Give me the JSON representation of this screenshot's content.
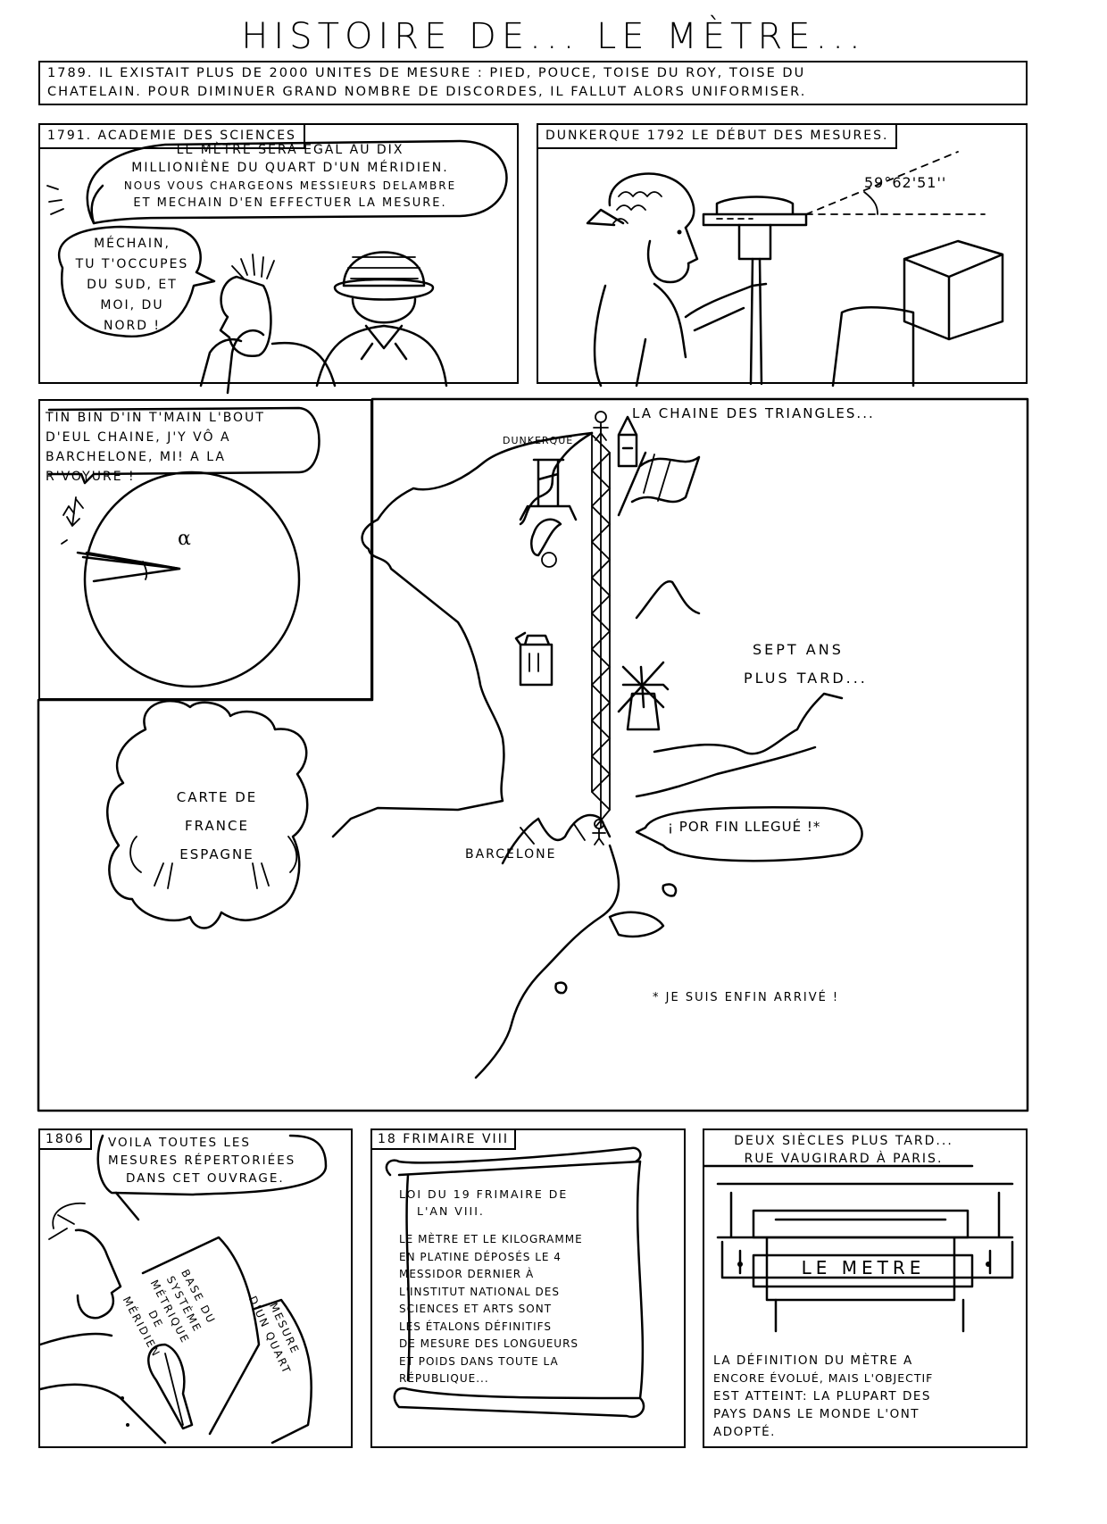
{
  "title": "HISTOIRE DE...     LE MÈTRE...",
  "intro": {
    "line1": "1789. IL EXISTAIT PLUS DE 2000 UNITES DE MESURE : PIED, POUCE, TOISE DU ROY, TOISE DU",
    "line2": "CHATELAIN. POUR DIMINUER GRAND NOMBRE DE DISCORDES, IL FALLUT ALORS UNIFORMISER."
  },
  "panel1": {
    "caption": "1791. ACADEMIE DES SCIENCES",
    "speech1": [
      "LE MÈTRE SERA EGAL AU DIX",
      "MILLIONIÈNE DU QUART D'UN MÉRIDIEN.",
      "NOUS VOUS CHARGEONS MESSIEURS DELAMBRE",
      "ET MECHAIN D'EN EFFECTUER LA MESURE."
    ],
    "speech2": [
      "MÉCHAIN,",
      "TU T'OCCUPES",
      "DU SUD, ET",
      "MOI, DU",
      "NORD !"
    ]
  },
  "panel2": {
    "caption": "DUNKERQUE 1792 LE DÉBUT DES MESURES.",
    "angle": "59°62'51''"
  },
  "panel3": {
    "speech": [
      "TIN BIN D'IN T'MAIN L'BOUT",
      "D'EUL CHAINE, J'Y VÔ A",
      "BARCHELONE, MI! A LA",
      "R'VOYURE !"
    ],
    "alpha": "α"
  },
  "map": {
    "caption": "LA CHAINE DES TRIANGLES...",
    "dunkerque": "DUNKERQUE",
    "barcelone": "BARCELONE",
    "later": [
      "SEPT ANS",
      "PLUS TARD..."
    ],
    "speech": "¡ POR FIN LLEGUÉ !*",
    "footnote": "* JE SUIS ENFIN ARRIVÉ !",
    "cartouche": [
      "CARTE DE",
      "FRANCE",
      "ESPAGNE"
    ]
  },
  "panel5": {
    "caption": "1806",
    "speech": [
      "VOILA TOUTES LES",
      "MESURES RÉPERTORIÉES",
      "DANS CET OUVRAGE."
    ],
    "book_left": [
      "BASE DU",
      "SYSTÈME",
      "MÉTRIQUE",
      "DE",
      "MÉRIDIEN"
    ],
    "book_right": [
      "MESURE",
      "D'UN QUART"
    ]
  },
  "panel6": {
    "caption": "18 FRIMAIRE VIII",
    "scroll_title": [
      "LOI DU 19 FRIMAIRE DE",
      "L'AN VIII."
    ],
    "scroll_body": [
      "LE MÈTRE ET LE KILOGRAMME",
      "EN PLATINE DÉPOSÉS LE 4",
      "MESSIDOR DERNIER À",
      "L'INSTITUT NATIONAL DES",
      "SCIENCES ET ARTS SONT",
      "LES ÉTALONS DÉFINITIFS",
      "DE MESURE DES LONGUEURS",
      "ET POIDS DANS TOUTE LA",
      "RÉPUBLIQUE..."
    ]
  },
  "panel7": {
    "caption": [
      "DEUX SIÈCLES PLUS TARD...",
      "RUE VAUGIRARD À PARIS."
    ],
    "plaque": "LE METRE",
    "text": [
      "LA DÉFINITION DU MÈTRE A",
      "ENCORE ÉVOLUÉ, MAIS L'OBJECTIF",
      "EST ATTEINT: LA PLUPART DES",
      "PAYS DANS LE MONDE L'ONT",
      "ADOPTÉ."
    ]
  }
}
